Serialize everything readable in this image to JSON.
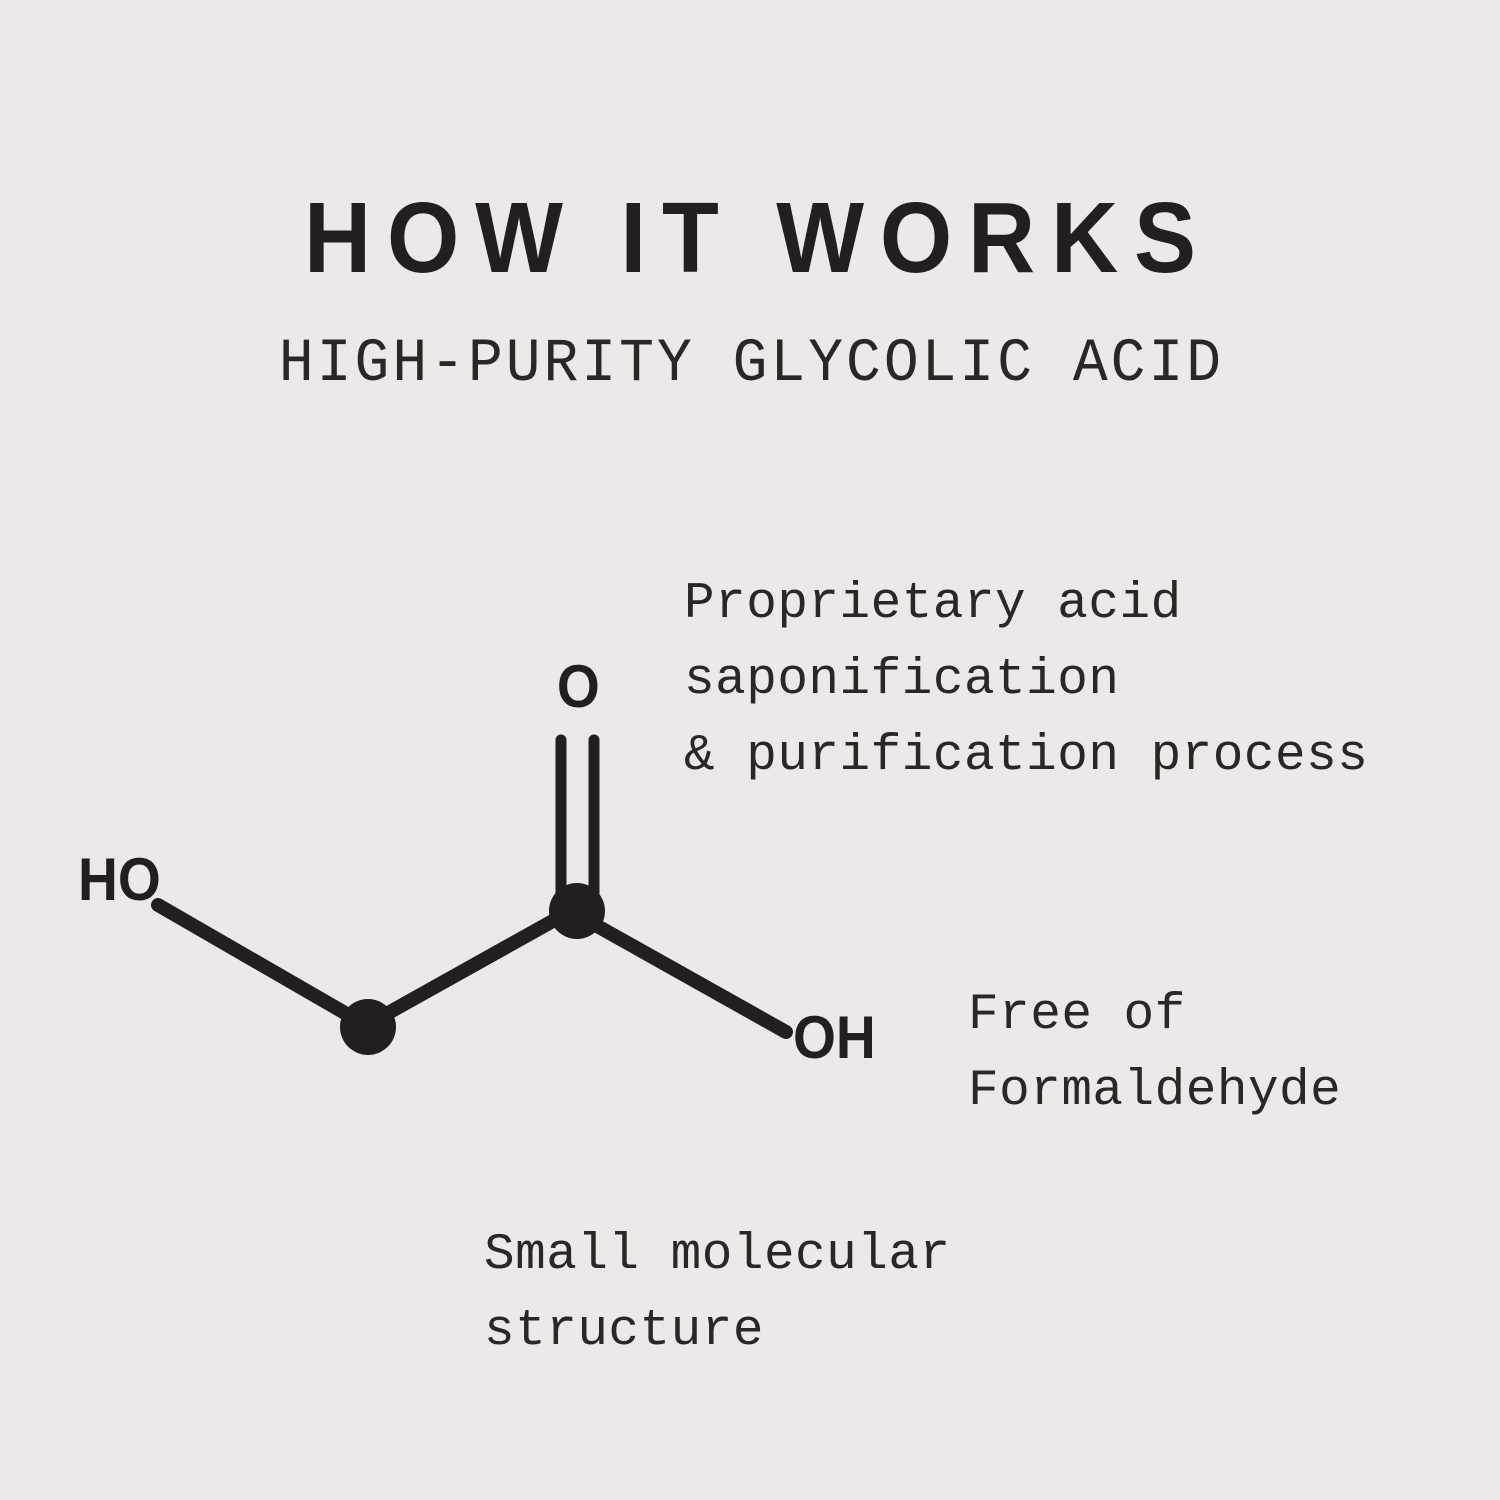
{
  "page": {
    "background_color": "#ece9e8",
    "ink_color": "#231f20"
  },
  "header": {
    "title": "HOW IT WORKS",
    "subtitle": "HIGH-PURITY GLYCOLIC ACID"
  },
  "molecule": {
    "name": "glycolic-acid-skeletal-structure",
    "labels": {
      "hydroxyl_left": "HO",
      "carbonyl_oxygen": "O",
      "carboxyl_hydroxyl": "OH"
    },
    "bond_color": "#231f20",
    "node_count": 2,
    "bonds": [
      {
        "type": "single",
        "from": "HO",
        "to": "CH2"
      },
      {
        "type": "single",
        "from": "CH2",
        "to": "C"
      },
      {
        "type": "double",
        "from": "C",
        "to": "O"
      },
      {
        "type": "single",
        "from": "C",
        "to": "OH"
      }
    ]
  },
  "annotations": [
    {
      "id": "process",
      "text": "Proprietary acid\nsaponification\n& purification process"
    },
    {
      "id": "formaldehyde",
      "text": "Free of\nFormaldehyde"
    },
    {
      "id": "structure",
      "text": "Small molecular\nstructure"
    }
  ]
}
